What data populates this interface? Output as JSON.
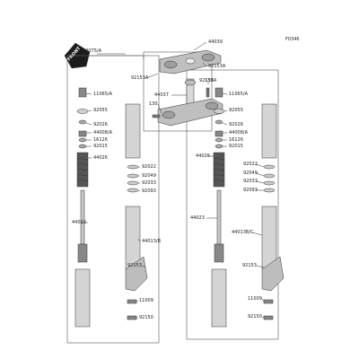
{
  "diagram_code": "F0346",
  "logo_text": "FRONT",
  "labels": [
    "44075/A",
    "44039",
    "92153A",
    "92153A",
    "92153A",
    "130",
    "130",
    "44037",
    "11065/A",
    "11065/A",
    "92055",
    "92055",
    "92026",
    "92026",
    "44008/A",
    "44008/A",
    "16126",
    "16126",
    "92015",
    "92015",
    "44026",
    "44026",
    "92022",
    "92022",
    "92049",
    "92049",
    "92033",
    "92033",
    "92093",
    "92093",
    "44023",
    "44023",
    "44013/B",
    "44013B/C",
    "92153",
    "92153",
    "11009",
    "11009",
    "92150",
    "92150"
  ]
}
